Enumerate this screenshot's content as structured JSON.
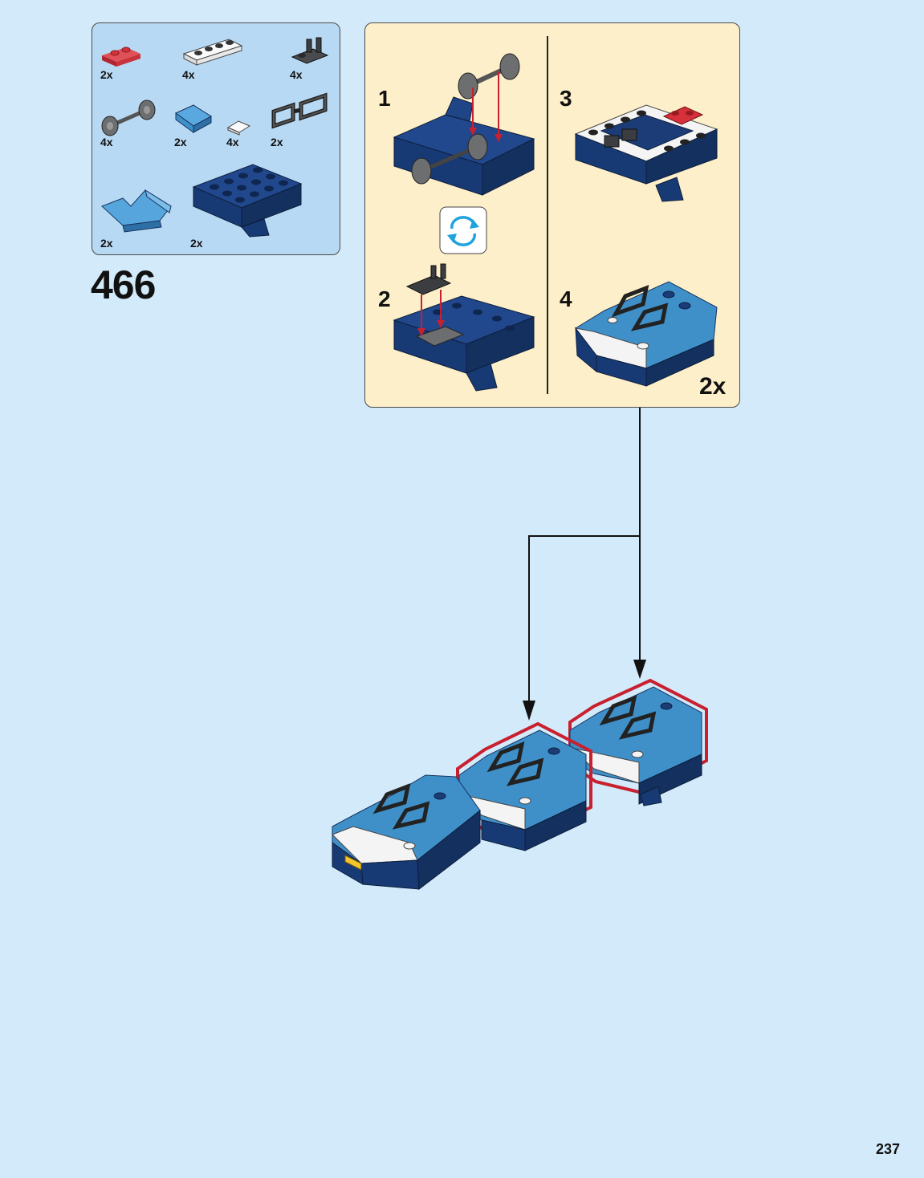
{
  "step": {
    "number": "466"
  },
  "parts": [
    {
      "count": "2x",
      "name": "red-plate-1x2-icon",
      "color": "#d6313a"
    },
    {
      "count": "4x",
      "name": "white-plate-1x4-icon",
      "color": "#f4f4f4"
    },
    {
      "count": "4x",
      "name": "dark-clip-plate-icon",
      "color": "#3c3d40"
    },
    {
      "count": "4x",
      "name": "wheel-axle-icon",
      "color": "#6d6e70"
    },
    {
      "count": "2x",
      "name": "blue-slope-icon",
      "color": "#3f90c9"
    },
    {
      "count": "4x",
      "name": "white-tile-icon",
      "color": "#f4f4f4"
    },
    {
      "count": "2x",
      "name": "dark-handle-bar-icon",
      "color": "#3c3d40"
    },
    {
      "count": "2x",
      "name": "blue-wedge-icon",
      "color": "#3f90c9"
    },
    {
      "count": "2x",
      "name": "dark-blue-base-plate-icon",
      "color": "#1c3c78"
    }
  ],
  "substeps": [
    {
      "label": "1"
    },
    {
      "label": "2"
    },
    {
      "label": "3"
    },
    {
      "label": "4"
    }
  ],
  "rotate_icon": "rotate-model-icon",
  "multiplier": "2x",
  "page_number": "237",
  "colors": {
    "page_bg": "#d3eafa",
    "parts_bg": "#b8d9f3",
    "substep_bg": "#fdefc9",
    "dark_blue": "#1c3c78",
    "medium_blue": "#3f90c9",
    "red_arrow": "#c9202f",
    "highlight_red": "#c9202f"
  }
}
